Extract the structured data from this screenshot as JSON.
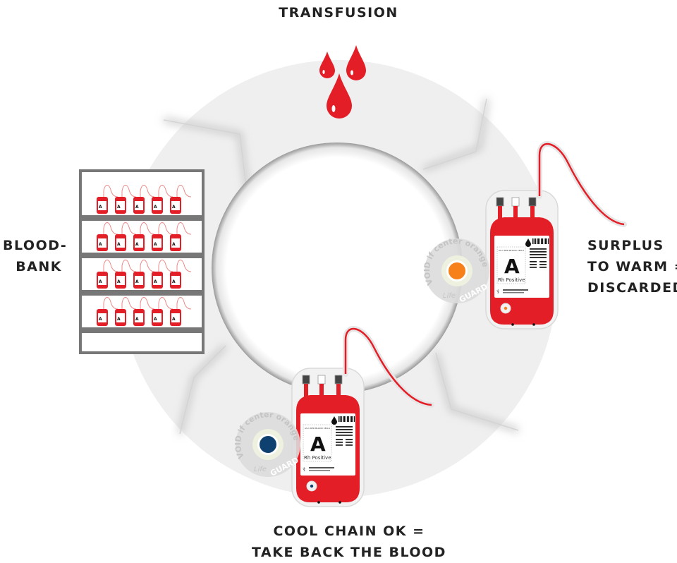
{
  "title": "Blood transfusion cool chain cycle",
  "stages": {
    "transfusion": {
      "lines": [
        "TRANSFUSION"
      ]
    },
    "blood_bank": {
      "lines": [
        "BLOOD-",
        "BANK"
      ]
    },
    "surplus": {
      "lines": [
        "SURPLUS",
        "TO WARM =",
        "DISCARDED"
      ]
    },
    "cool_chain": {
      "lines": [
        "COOL CHAIN OK =",
        "TAKE BACK THE BLOOD"
      ]
    }
  },
  "blood_bag": {
    "blood_type": "A",
    "rh": "Rh Positive",
    "product": "AS-1 RED BLOOD CELLS"
  },
  "indicator": {
    "ring_text_top": "VOID if center orange",
    "brand_life": "Life",
    "brand_guard": "GUARD",
    "surplus_dot_color": "#f7801a",
    "cool_chain_dot_color": "#0f4170"
  },
  "blood_bank_shelves": {
    "rows": 4,
    "bags_per_row": 5
  },
  "colors": {
    "blood_red": "#e41e26",
    "ring_gray": "#efefef",
    "shelf_gray": "#777777",
    "text_dark": "#222222"
  }
}
